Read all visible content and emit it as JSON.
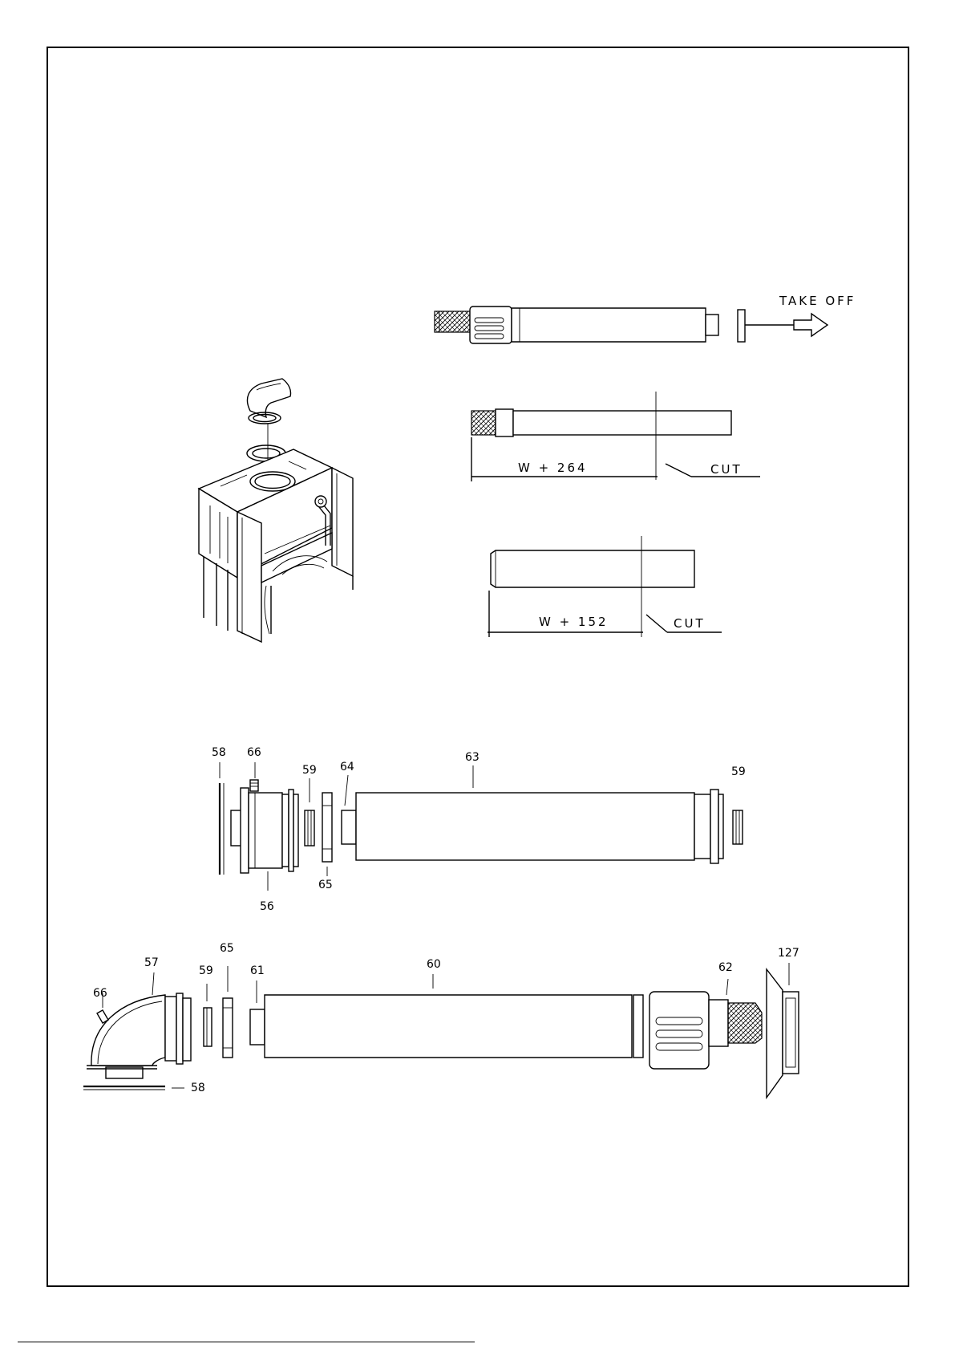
{
  "annotations": {
    "take_off": "TAKE   OFF",
    "cut_1": "CUT",
    "cut_2": "CUT",
    "dim_1": "W  +  264",
    "dim_2": "W  +  152"
  },
  "part_labels": {
    "p58_top": "58",
    "p66_top": "66",
    "p59_top_a": "59",
    "p64": "64",
    "p63": "63",
    "p59_top_b": "59",
    "p65_top": "65",
    "p56": "56",
    "p57": "57",
    "p65_bot": "65",
    "p59_bot": "59",
    "p61": "61",
    "p60": "60",
    "p62": "62",
    "p127": "127",
    "p66_bot": "66",
    "p58_bot": "58"
  }
}
